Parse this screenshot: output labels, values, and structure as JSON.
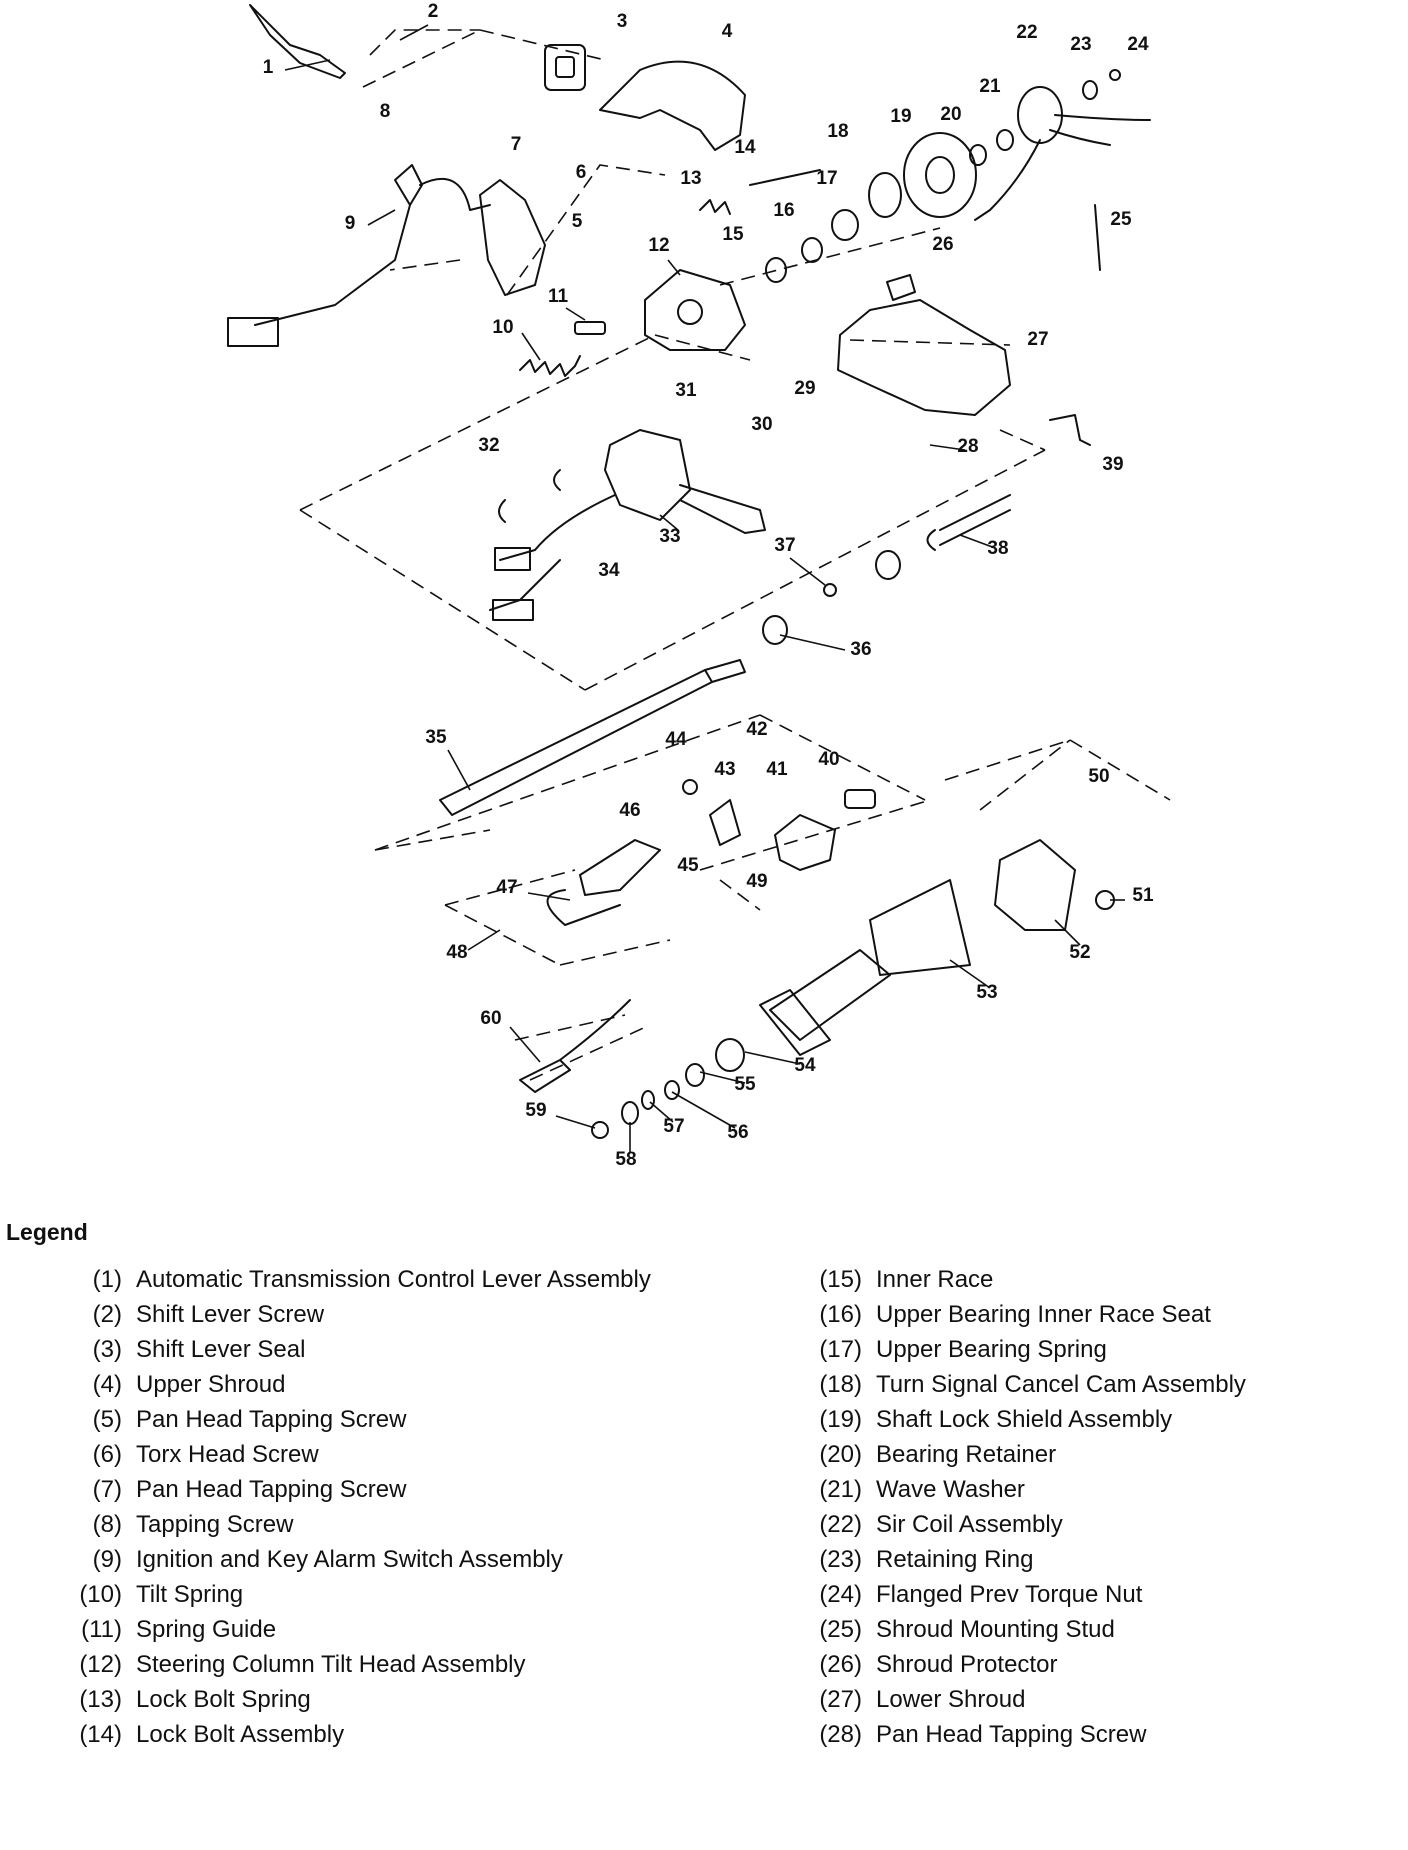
{
  "diagram": {
    "callouts": [
      "1",
      "2",
      "3",
      "4",
      "5",
      "6",
      "7",
      "8",
      "9",
      "10",
      "11",
      "12",
      "13",
      "14",
      "15",
      "16",
      "17",
      "18",
      "19",
      "20",
      "21",
      "22",
      "23",
      "24",
      "25",
      "26",
      "27",
      "28",
      "29",
      "30",
      "31",
      "32",
      "33",
      "34",
      "35",
      "36",
      "37",
      "38",
      "39",
      "40",
      "41",
      "42",
      "43",
      "44",
      "45",
      "46",
      "47",
      "48",
      "49",
      "50",
      "51",
      "52",
      "53",
      "54",
      "55",
      "56",
      "57",
      "58",
      "59",
      "60"
    ]
  },
  "legend": {
    "title": "Legend",
    "items": [
      {
        "num": "(1)",
        "label": "Automatic Transmission Control Lever Assembly"
      },
      {
        "num": "(2)",
        "label": "Shift Lever Screw"
      },
      {
        "num": "(3)",
        "label": "Shift Lever Seal"
      },
      {
        "num": "(4)",
        "label": "Upper Shroud"
      },
      {
        "num": "(5)",
        "label": "Pan Head Tapping Screw"
      },
      {
        "num": "(6)",
        "label": "Torx Head Screw"
      },
      {
        "num": "(7)",
        "label": "Pan Head Tapping Screw"
      },
      {
        "num": "(8)",
        "label": "Tapping Screw"
      },
      {
        "num": "(9)",
        "label": "Ignition and Key Alarm Switch Assembly"
      },
      {
        "num": "(10)",
        "label": "Tilt Spring"
      },
      {
        "num": "(11)",
        "label": "Spring Guide"
      },
      {
        "num": "(12)",
        "label": "Steering Column Tilt Head Assembly"
      },
      {
        "num": "(13)",
        "label": "Lock Bolt Spring"
      },
      {
        "num": "(14)",
        "label": "Lock Bolt Assembly"
      },
      {
        "num": "(15)",
        "label": "Inner Race"
      },
      {
        "num": "(16)",
        "label": "Upper Bearing Inner Race Seat"
      },
      {
        "num": "(17)",
        "label": "Upper Bearing Spring"
      },
      {
        "num": "(18)",
        "label": "Turn Signal Cancel Cam Assembly"
      },
      {
        "num": "(19)",
        "label": "Shaft Lock Shield Assembly"
      },
      {
        "num": "(20)",
        "label": "Bearing Retainer"
      },
      {
        "num": "(21)",
        "label": "Wave Washer"
      },
      {
        "num": "(22)",
        "label": "Sir Coil Assembly"
      },
      {
        "num": "(23)",
        "label": "Retaining Ring"
      },
      {
        "num": "(24)",
        "label": "Flanged Prev Torque Nut"
      },
      {
        "num": "(25)",
        "label": "Shroud Mounting Stud"
      },
      {
        "num": "(26)",
        "label": "Shroud Protector"
      },
      {
        "num": "(27)",
        "label": "Lower Shroud"
      },
      {
        "num": "(28)",
        "label": "Pan Head Tapping Screw"
      }
    ]
  }
}
